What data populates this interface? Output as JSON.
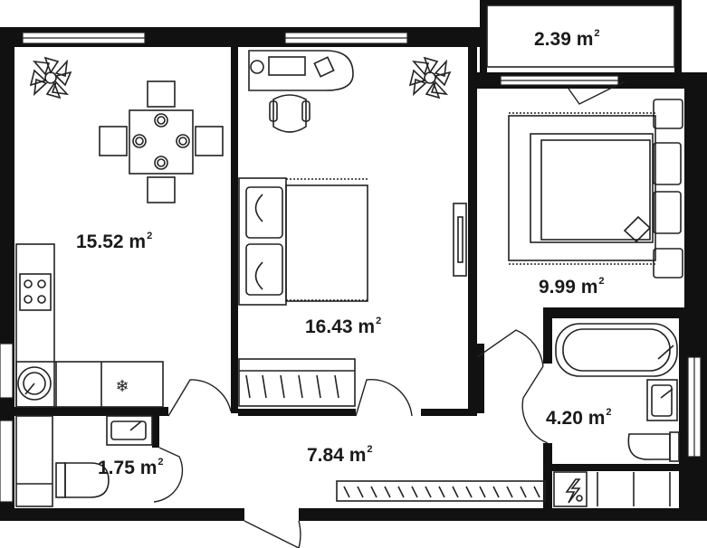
{
  "floor_plan": {
    "unit": "m",
    "rooms": [
      {
        "id": "kitchen_dining",
        "area_value": "15.52"
      },
      {
        "id": "living_room",
        "area_value": "16.43"
      },
      {
        "id": "bedroom",
        "area_value": "9.99"
      },
      {
        "id": "balcony",
        "area_value": "2.39"
      },
      {
        "id": "hallway",
        "area_value": "7.84"
      },
      {
        "id": "toilet",
        "area_value": "1.75"
      },
      {
        "id": "bathroom",
        "area_value": "4.20"
      }
    ]
  },
  "labels": {
    "kitchen_dining": "15.52 m",
    "living_room": "16.43 m",
    "bedroom": "9.99 m",
    "balcony": "2.39 m",
    "hallway": "7.84 m",
    "toilet": "1.75 m",
    "bathroom": "4.20 m",
    "superscript": "2"
  },
  "colors": {
    "wall": "#111111",
    "furniture_stroke": "#222222",
    "window_fill": "#ffffff"
  },
  "icons": [
    "plant-icon",
    "snowflake-icon",
    "lightning-icon"
  ]
}
